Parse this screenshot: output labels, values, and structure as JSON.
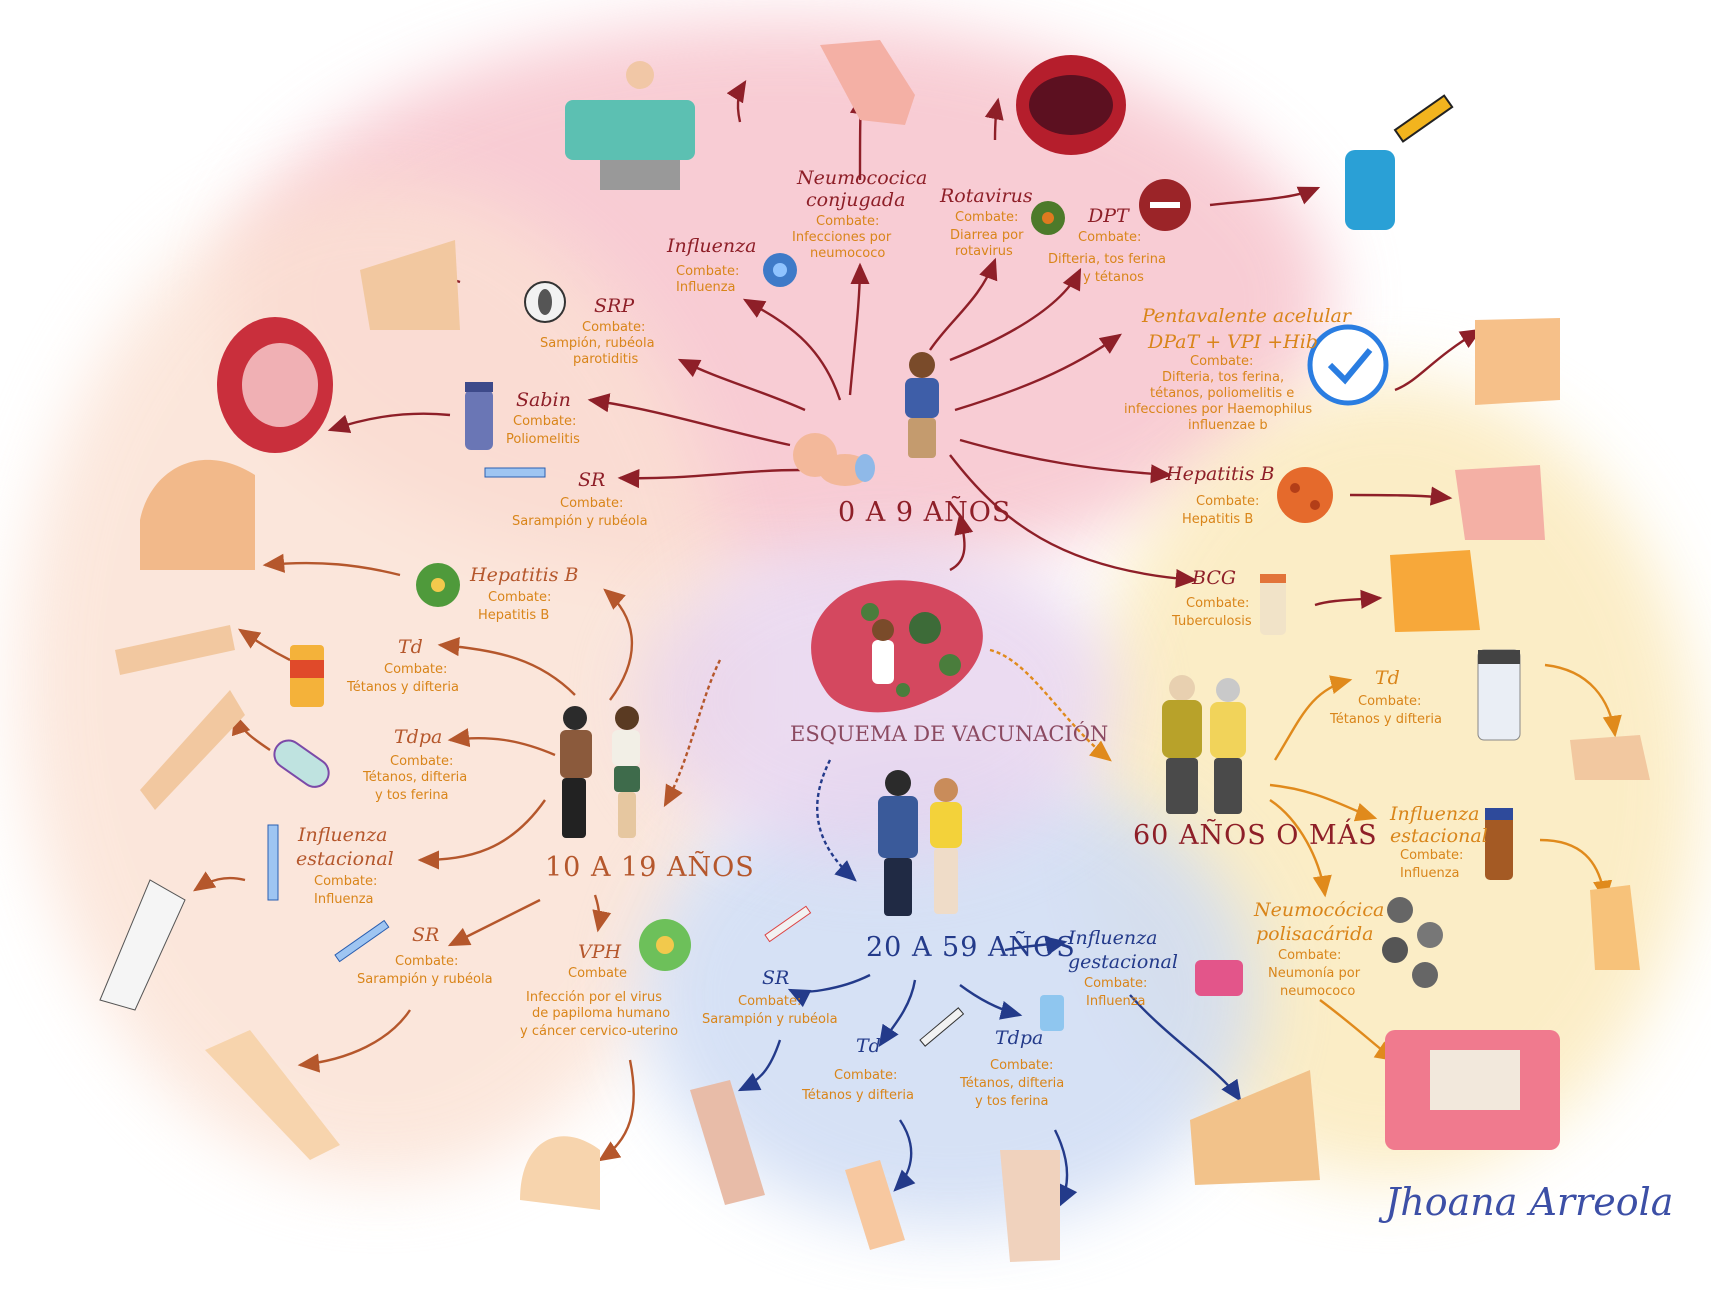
{
  "center": {
    "title": "ESQUEMA DE VACUNACIÓN"
  },
  "signature": "Jhoana Arreola",
  "groups": {
    "g0": {
      "label": "0 A 9 AÑOS",
      "color": "#8e1f28"
    },
    "g10": {
      "label": "10 A 19 AÑOS",
      "color": "#b5572c"
    },
    "g20": {
      "label": "20 A 59 AÑOS",
      "color": "#233a8a"
    },
    "g60": {
      "label": "60 AÑOS O MÁS",
      "color": "#d9851a"
    }
  },
  "vaccines": {
    "g0_influenza": {
      "name": "Influenza",
      "l1": "Combate:",
      "l2": "Influenza"
    },
    "g0_neumococica": {
      "name": "Neumococica",
      "name2": "conjugada",
      "l1": "Combate:",
      "l2": "Infecciones por",
      "l3": "neumococo"
    },
    "g0_rotavirus": {
      "name": "Rotavirus",
      "l1": "Combate:",
      "l2": "Diarrea por",
      "l3": "rotavirus"
    },
    "g0_dpt": {
      "name": "DPT",
      "l1": "Combate:",
      "l2": "Difteria, tos ferina",
      "l3": "y tétanos"
    },
    "g0_srp": {
      "name": "SRP",
      "l1": "Combate:",
      "l2": "Sampión, rubéola",
      "l3": "parotiditis"
    },
    "g0_sabin": {
      "name": "Sabin",
      "l1": "Combate:",
      "l2": "Poliomelitis"
    },
    "g0_sr": {
      "name": "SR",
      "l1": "Combate:",
      "l2": "Sarampión y rubéola"
    },
    "g0_pentavalente": {
      "name": "Pentavalente acelular",
      "name2": "DPaT + VPI +Hib",
      "l1": "Combate:",
      "l2": "Difteria, tos ferina,",
      "l3": "tétanos, poliomelitis e",
      "l4": "infecciones por Haemophilus",
      "l5": "influenzae b"
    },
    "g0_hepb": {
      "name": "Hepatitis B",
      "l1": "Combate:",
      "l2": "Hepatitis B"
    },
    "g0_bcg": {
      "name": "BCG",
      "l1": "Combate:",
      "l2": "Tuberculosis"
    },
    "g10_hepb": {
      "name": "Hepatitis B",
      "l1": "Combate:",
      "l2": "Hepatitis B"
    },
    "g10_td": {
      "name": "Td",
      "l1": "Combate:",
      "l2": "Tétanos y difteria"
    },
    "g10_tdpa": {
      "name": "Tdpa",
      "l1": "Combate:",
      "l2": "Tétanos, difteria",
      "l3": "y tos ferina"
    },
    "g10_influenza": {
      "name": "Influenza",
      "name2": "estacional",
      "l1": "Combate:",
      "l2": "Influenza"
    },
    "g10_sr": {
      "name": "SR",
      "l1": "Combate:",
      "l2": "Sarampión y rubéola"
    },
    "g10_vph": {
      "name": "VPH",
      "l1": "Combate",
      "l2": "Infección por el virus",
      "l3": "de papiloma humano",
      "l4": "y cáncer cervico-uterino"
    },
    "g20_sr": {
      "name": "SR",
      "l1": "Combate:",
      "l2": "Sarampión y rubéola"
    },
    "g20_td": {
      "name": "Td",
      "l1": "Combate:",
      "l2": "Tétanos y difteria"
    },
    "g20_tdpa": {
      "name": "Tdpa",
      "l1": "Combate:",
      "l2": "Tétanos, difteria",
      "l3": "y tos ferina"
    },
    "g20_influenza": {
      "name": "Influenza",
      "name2": "gestacional",
      "l1": "Combate:",
      "l2": "Influenza"
    },
    "g60_td": {
      "name": "Td",
      "l1": "Combate:",
      "l2": "Tétanos y difteria"
    },
    "g60_influenza": {
      "name": "Influenza",
      "name2": "estacional",
      "l1": "Combate:",
      "l2": "Influenza"
    },
    "g60_neumococica": {
      "name": "Neumocócica",
      "name2": "polisacárida",
      "l1": "Combate:",
      "l2": "Neumonía por",
      "l3": "neumococo"
    }
  }
}
